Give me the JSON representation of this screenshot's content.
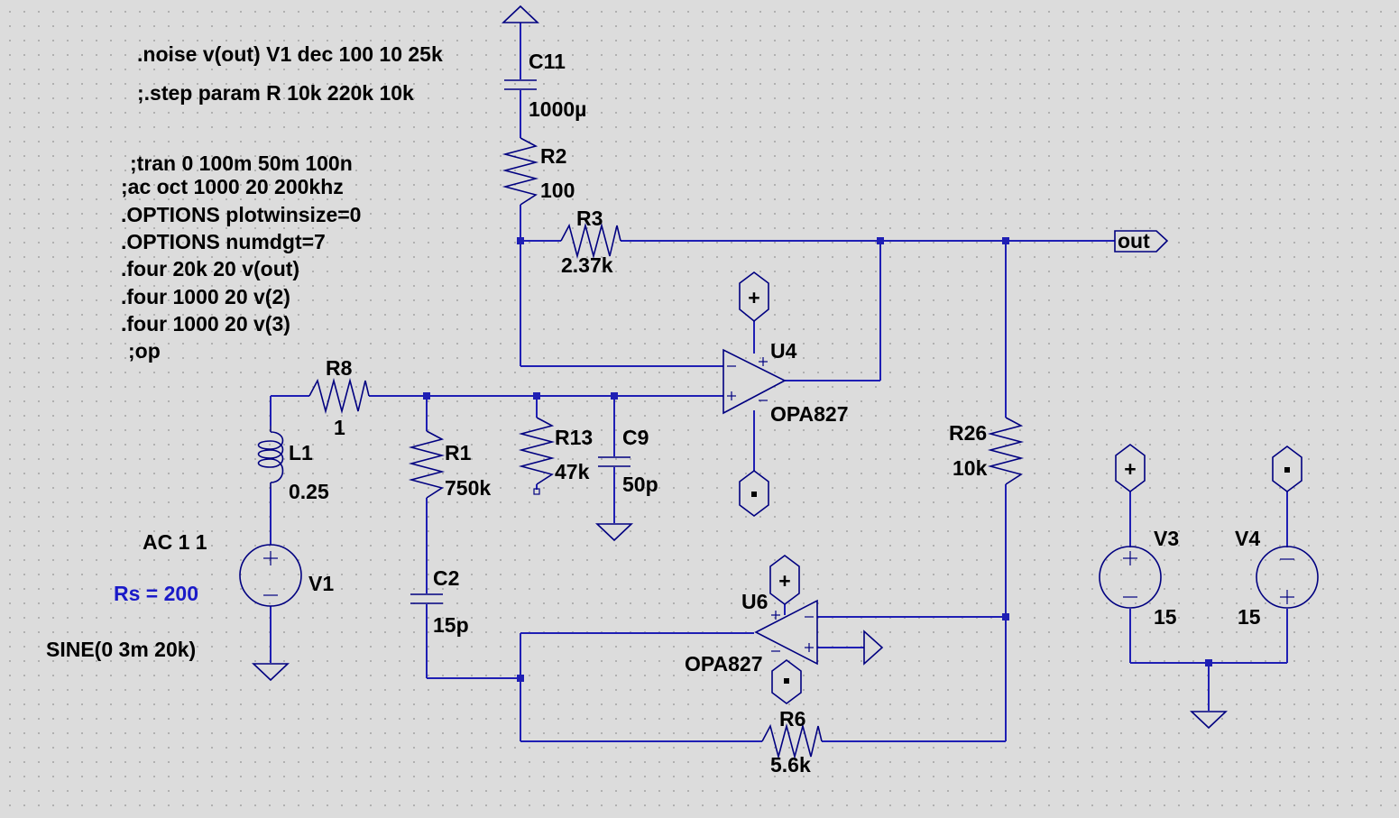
{
  "directives": {
    "noise": ".noise v(out) V1 dec 100 10 25k",
    "step": ";.step param R 10k 220k 10k",
    "tran": ";tran 0 100m 50m 100n",
    "ac": ";ac oct 1000 20 200khz",
    "opt1": ".OPTIONS plotwinsize=0",
    "opt2": ".OPTIONS numdgt=7",
    "four1": ".four 20k 20 v(out)",
    "four2": ".four 1000 20 v(2)",
    "four3": ".four 1000 20 v(3)",
    "op": ";op"
  },
  "components": {
    "C11": {
      "name": "C11",
      "value": "1000µ"
    },
    "R2": {
      "name": "R2",
      "value": "100"
    },
    "R3": {
      "name": "R3",
      "value": "2.37k"
    },
    "R8": {
      "name": "R8",
      "value": "1"
    },
    "L1": {
      "name": "L1",
      "value": "0.25"
    },
    "R1": {
      "name": "R1",
      "value": "750k"
    },
    "R13": {
      "name": "R13",
      "value": "47k"
    },
    "C9": {
      "name": "C9",
      "value": "50p"
    },
    "U4": {
      "name": "U4",
      "model": "OPA827"
    },
    "U6": {
      "name": "U6",
      "model": "OPA827"
    },
    "R26": {
      "name": "R26",
      "value": "10k"
    },
    "C2": {
      "name": "C2",
      "value": "15p"
    },
    "R6": {
      "name": "R6",
      "value": "5.6k"
    },
    "V1": {
      "name": "V1",
      "ac": "AC 1 1",
      "rs": "Rs = 200",
      "sine": "SINE(0 3m 20k)"
    },
    "V3": {
      "name": "V3",
      "value": "15"
    },
    "V4": {
      "name": "V4",
      "value": "15"
    }
  },
  "net_labels": {
    "out": "out"
  },
  "colors": {
    "wire": "#1f1fb4",
    "symbol": "#000080",
    "background": "#dcdcdc",
    "rs_text": "#1a1ac8"
  }
}
